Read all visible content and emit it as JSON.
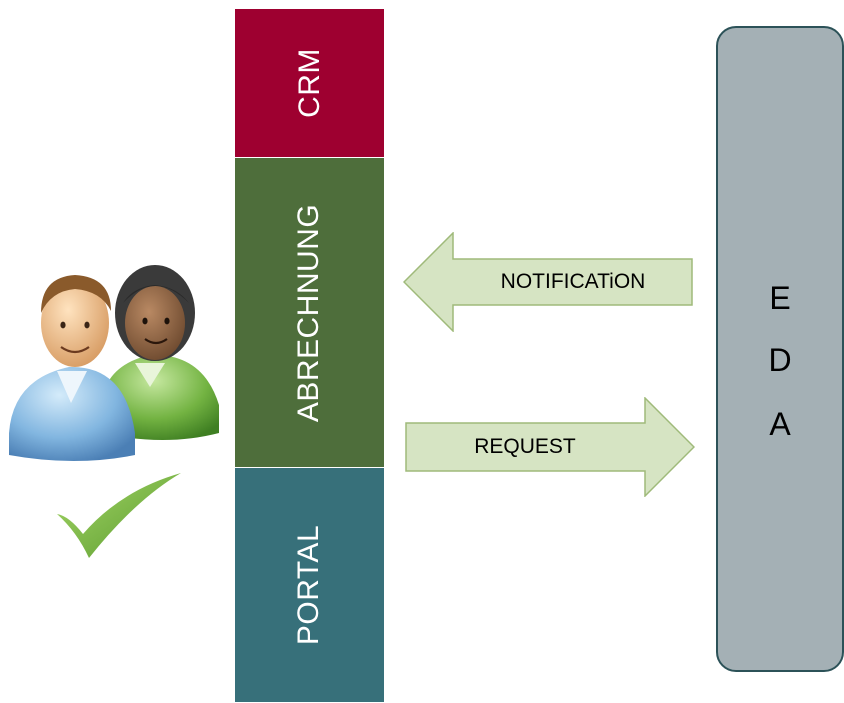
{
  "systems": {
    "crm": "CRM",
    "abrechnung": "ABRECHNUNG",
    "portal": "PORTAL"
  },
  "eda": {
    "letters": [
      "E",
      "D",
      "A"
    ]
  },
  "arrows": {
    "notification": "NOTIFICATiON",
    "request": "REQUEST"
  },
  "icons": {
    "users": "users-icon",
    "check": "checkmark-icon"
  },
  "colors": {
    "crm": "#9e0030",
    "abrechnung": "#4e6e3b",
    "portal": "#37707a",
    "eda": "#a4b0b5",
    "arrow_fill": "#d6e4c3",
    "check": "#7dbb3a"
  }
}
